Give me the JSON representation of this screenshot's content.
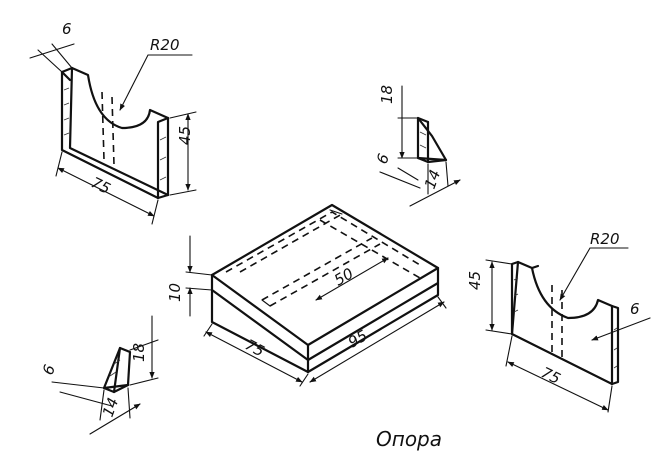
{
  "title": "Опора",
  "parts": {
    "top_left": {
      "thickness": "6",
      "radius": "R20",
      "height": "45",
      "width": "75"
    },
    "top_right": {
      "height": "18",
      "thickness": "6",
      "base": "14"
    },
    "center": {
      "height": "10",
      "width": "75",
      "length": "95",
      "inner": "50"
    },
    "right": {
      "radius": "R20",
      "height": "45",
      "thickness": "6",
      "width": "75"
    },
    "bottom_left": {
      "thickness": "6",
      "base": "14",
      "height": "18"
    }
  }
}
